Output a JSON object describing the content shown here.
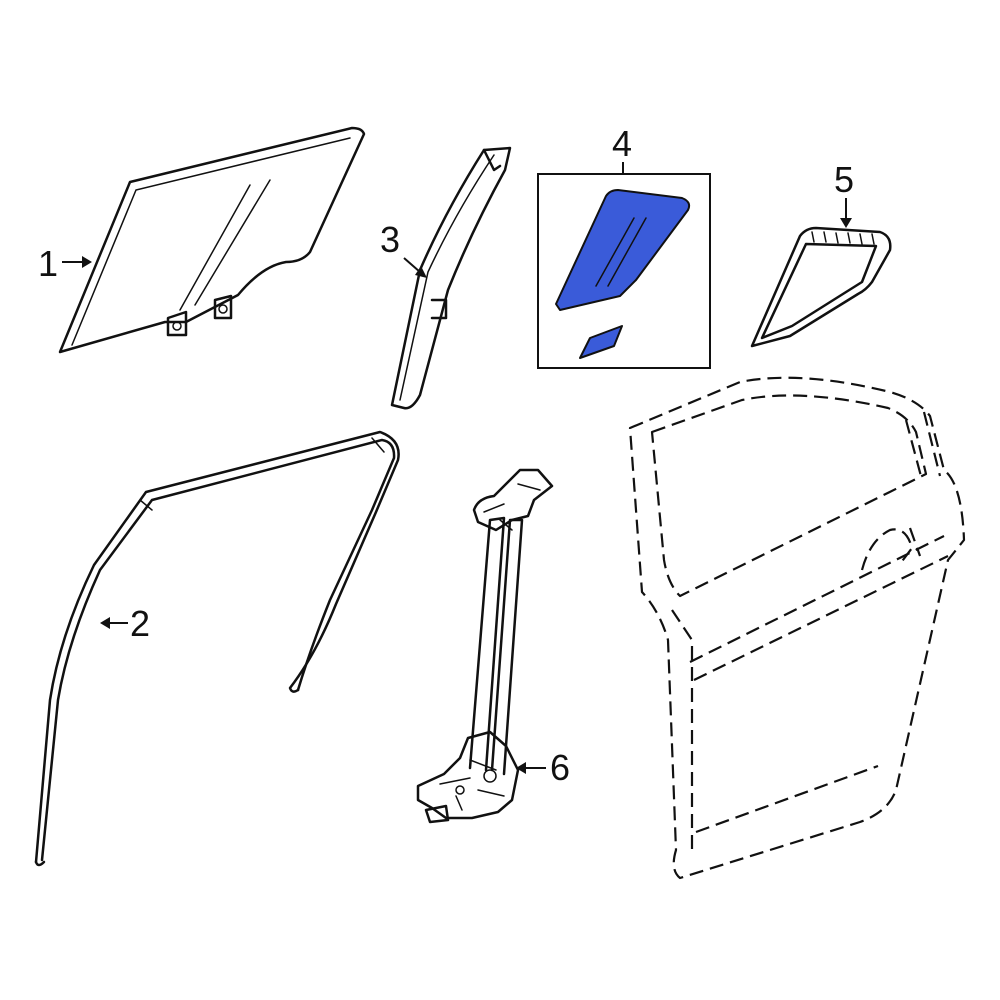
{
  "callouts": {
    "c1": "1",
    "c2": "2",
    "c3": "3",
    "c4": "4",
    "c5": "5",
    "c6": "6"
  },
  "colors": {
    "highlight_fill": "#3a5bd9",
    "line": "#111111",
    "background": "#ffffff"
  }
}
